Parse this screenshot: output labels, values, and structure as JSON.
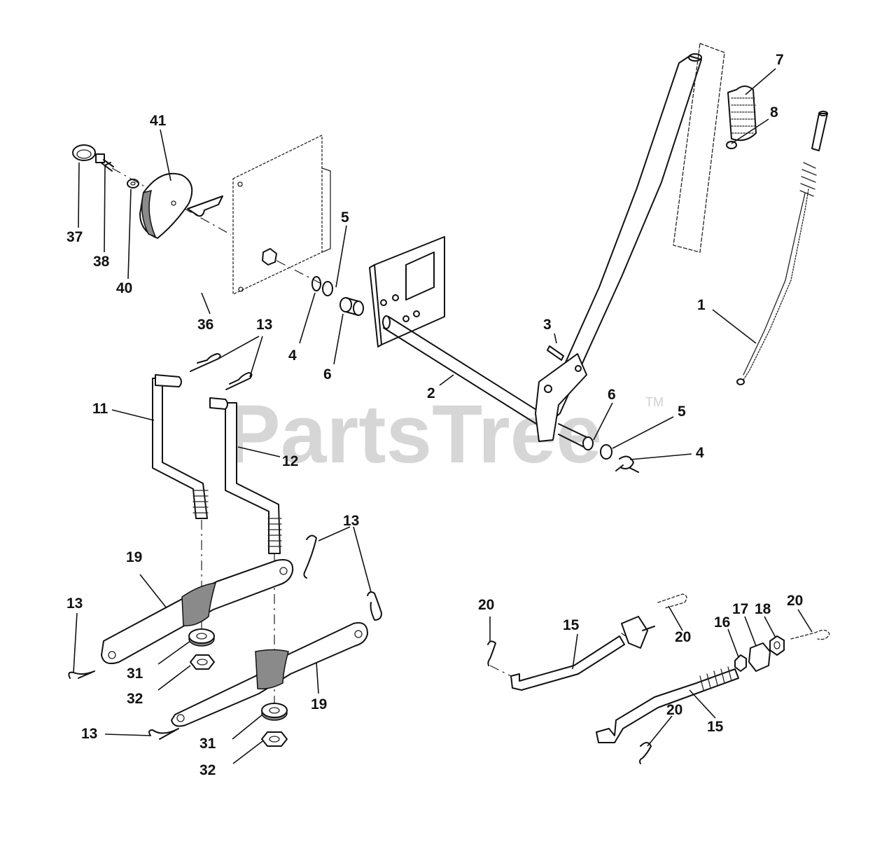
{
  "watermark": {
    "text": "PartsTree",
    "tm": "TM"
  },
  "callouts": [
    {
      "id": "c1",
      "label": "1"
    },
    {
      "id": "c2",
      "label": "2"
    },
    {
      "id": "c3",
      "label": "3"
    },
    {
      "id": "c4a",
      "label": "4"
    },
    {
      "id": "c4b",
      "label": "4"
    },
    {
      "id": "c5a",
      "label": "5"
    },
    {
      "id": "c5b",
      "label": "5"
    },
    {
      "id": "c6a",
      "label": "6"
    },
    {
      "id": "c6b",
      "label": "6"
    },
    {
      "id": "c7",
      "label": "7"
    },
    {
      "id": "c8",
      "label": "8"
    },
    {
      "id": "c11",
      "label": "11"
    },
    {
      "id": "c12",
      "label": "12"
    },
    {
      "id": "c13a",
      "label": "13"
    },
    {
      "id": "c13b",
      "label": "13"
    },
    {
      "id": "c13c",
      "label": "13"
    },
    {
      "id": "c13d",
      "label": "13"
    },
    {
      "id": "c15a",
      "label": "15"
    },
    {
      "id": "c15b",
      "label": "15"
    },
    {
      "id": "c16",
      "label": "16"
    },
    {
      "id": "c17",
      "label": "17"
    },
    {
      "id": "c18",
      "label": "18"
    },
    {
      "id": "c19a",
      "label": "19"
    },
    {
      "id": "c19b",
      "label": "19"
    },
    {
      "id": "c20a",
      "label": "20"
    },
    {
      "id": "c20b",
      "label": "20"
    },
    {
      "id": "c20c",
      "label": "20"
    },
    {
      "id": "c20d",
      "label": "20"
    },
    {
      "id": "c31a",
      "label": "31"
    },
    {
      "id": "c31b",
      "label": "31"
    },
    {
      "id": "c32a",
      "label": "32"
    },
    {
      "id": "c32b",
      "label": "32"
    },
    {
      "id": "c36",
      "label": "36"
    },
    {
      "id": "c37",
      "label": "37"
    },
    {
      "id": "c38",
      "label": "38"
    },
    {
      "id": "c40",
      "label": "40"
    },
    {
      "id": "c41",
      "label": "41"
    }
  ]
}
